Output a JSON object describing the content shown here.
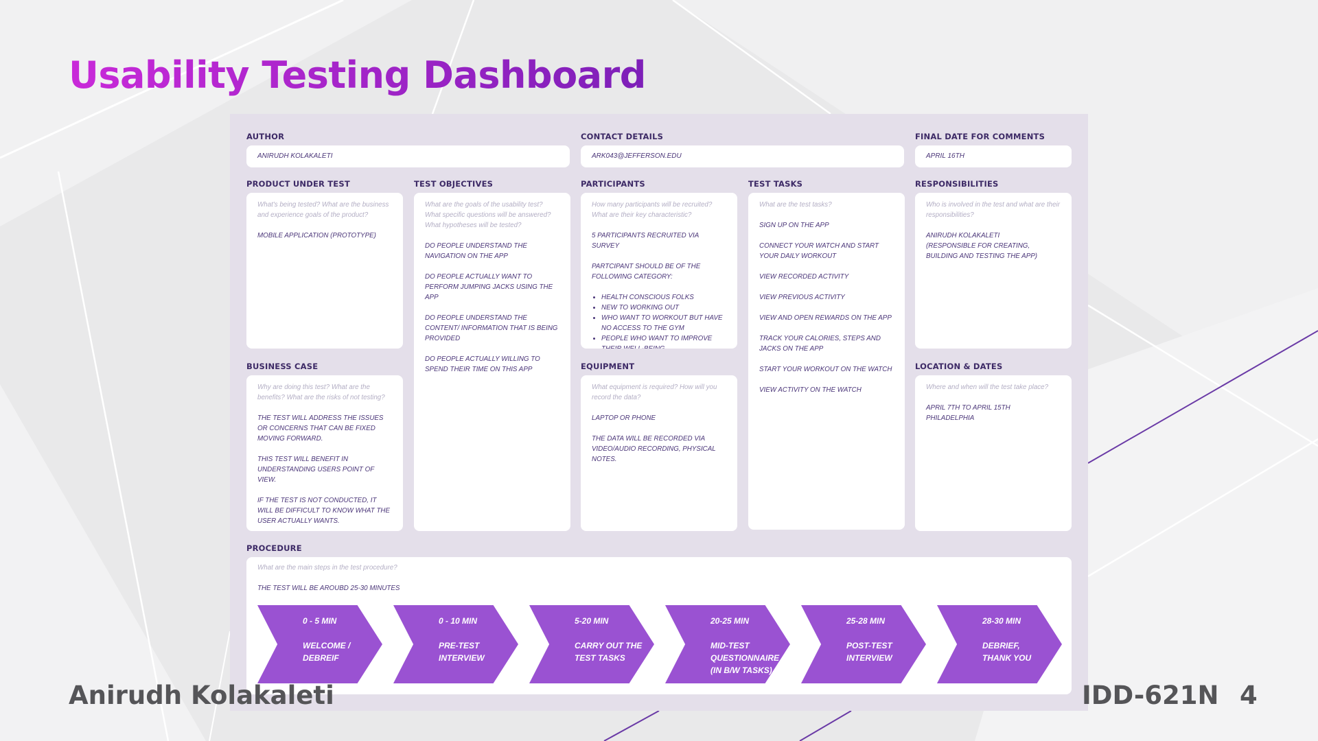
{
  "slide": {
    "title": "Usability Testing Dashboard",
    "footer_author": "Anirudh Kolakaleti",
    "footer_code": "IDD-621N",
    "page_number": "4",
    "accent_color": "#9a52d2",
    "title_gradient": [
      "#c92ad9",
      "#7d1fb8"
    ]
  },
  "header_fields": {
    "author": {
      "label": "AUTHOR",
      "value": "ANIRUDH KOLAKALETI"
    },
    "contact": {
      "label": "CONTACT DETAILS",
      "value": "ARK043@JEFFERSON.EDU"
    },
    "final_date": {
      "label": "FINAL DATE FOR COMMENTS",
      "value": "APRIL 16TH"
    }
  },
  "product": {
    "label": "PRODUCT UNDER TEST",
    "hint": "What's being tested? What are the business and experience goals of the product?",
    "entries": [
      "MOBILE APPLICATION (PROTOTYPE)"
    ]
  },
  "business_case": {
    "label": "BUSINESS CASE",
    "hint": "Why are doing this test? What are the benefits? What are the risks of not testing?",
    "entries": [
      "THE TEST WILL ADDRESS THE ISSUES OR CONCERNS THAT CAN BE FIXED MOVING FORWARD.",
      "THIS TEST WILL BENEFIT IN UNDERSTANDING USERS POINT OF VIEW.",
      "IF THE TEST IS NOT CONDUCTED, IT WILL BE DIFFICULT TO KNOW WHAT THE USER ACTUALLY WANTS."
    ]
  },
  "objectives": {
    "label": "TEST OBJECTIVES",
    "hint": "What are the goals of the usability test? What specific questions will be answered? What hypotheses will be tested?",
    "entries": [
      "DO PEOPLE UNDERSTAND THE NAVIGATION ON THE APP",
      "DO PEOPLE ACTUALLY WANT TO PERFORM JUMPING JACKS USING THE APP",
      "DO PEOPLE UNDERSTAND THE CONTENT/ INFORMATION THAT IS BEING PROVIDED",
      "DO PEOPLE ACTUALLY WILLING TO SPEND THEIR TIME ON THIS APP"
    ]
  },
  "participants": {
    "label": "PARTICIPANTS",
    "hint": "How many participants will be recruited? What are their key characteristic?",
    "entries": [
      "5 PARTICIPANTS RECRUITED VIA SURVEY",
      "PARTCIPANT SHOULD BE OF THE FOLLOWING CATEGORY:"
    ],
    "bullets": [
      "HEALTH CONSCIOUS FOLKS",
      "NEW TO WORKING OUT",
      "WHO WANT TO WORKOUT BUT HAVE NO ACCESS TO THE GYM",
      "PEOPLE WHO WANT TO IMPROVE THEIR WELL-BEING"
    ]
  },
  "equipment": {
    "label": "EQUIPMENT",
    "hint": "What equipment is required? How will you record the data?",
    "entries": [
      "LAPTOP OR PHONE",
      "THE DATA WILL BE RECORDED VIA VIDEO/AUDIO RECORDING, PHYSICAL NOTES."
    ]
  },
  "tasks": {
    "label": "TEST TASKS",
    "hint": "What are the test tasks?",
    "entries": [
      "SIGN UP ON THE APP",
      "CONNECT YOUR WATCH AND START YOUR DAILY WORKOUT",
      "VIEW RECORDED ACTIVITY",
      "VIEW PREVIOUS ACTIVITY",
      "VIEW AND OPEN REWARDS ON THE APP",
      "TRACK YOUR CALORIES, STEPS AND JACKS ON THE APP",
      "START YOUR WORKOUT ON THE WATCH",
      "VIEW ACTIVITY ON THE WATCH"
    ]
  },
  "responsibilities": {
    "label": "RESPONSIBILITIES",
    "hint": "Who is involved in the test and what are their responsibilities?",
    "entries": [
      "ANIRUDH KOLAKALETI\n(RESPONSIBLE FOR CREATING, BUILDING AND TESTING THE APP)"
    ]
  },
  "location": {
    "label": "LOCATION & DATES",
    "hint": "Where and when will the test take place?",
    "entries": [
      "APRIL 7TH TO APRIL 15TH\nPHILADELPHIA"
    ]
  },
  "procedure": {
    "label": "PROCEDURE",
    "hint": "What are the main steps in the test procedure?",
    "summary": "THE TEST WILL BE AROUBD 25-30 MINUTES",
    "steps": [
      {
        "time": "0 - 5 MIN",
        "label": "WELCOME /\nDEBREIF"
      },
      {
        "time": "0 - 10 MIN",
        "label": "PRE-TEST\nINTERVIEW"
      },
      {
        "time": "5-20 MIN",
        "label": "CARRY OUT THE\nTEST TASKS"
      },
      {
        "time": "20-25 MIN",
        "label": "MID-TEST\nQUESTIONNAIRE\n(IN B/W TASKS)"
      },
      {
        "time": "25-28 MIN",
        "label": "POST-TEST\nINTERVIEW"
      },
      {
        "time": "28-30 MIN",
        "label": "DEBRIEF,\nTHANK YOU"
      }
    ]
  }
}
